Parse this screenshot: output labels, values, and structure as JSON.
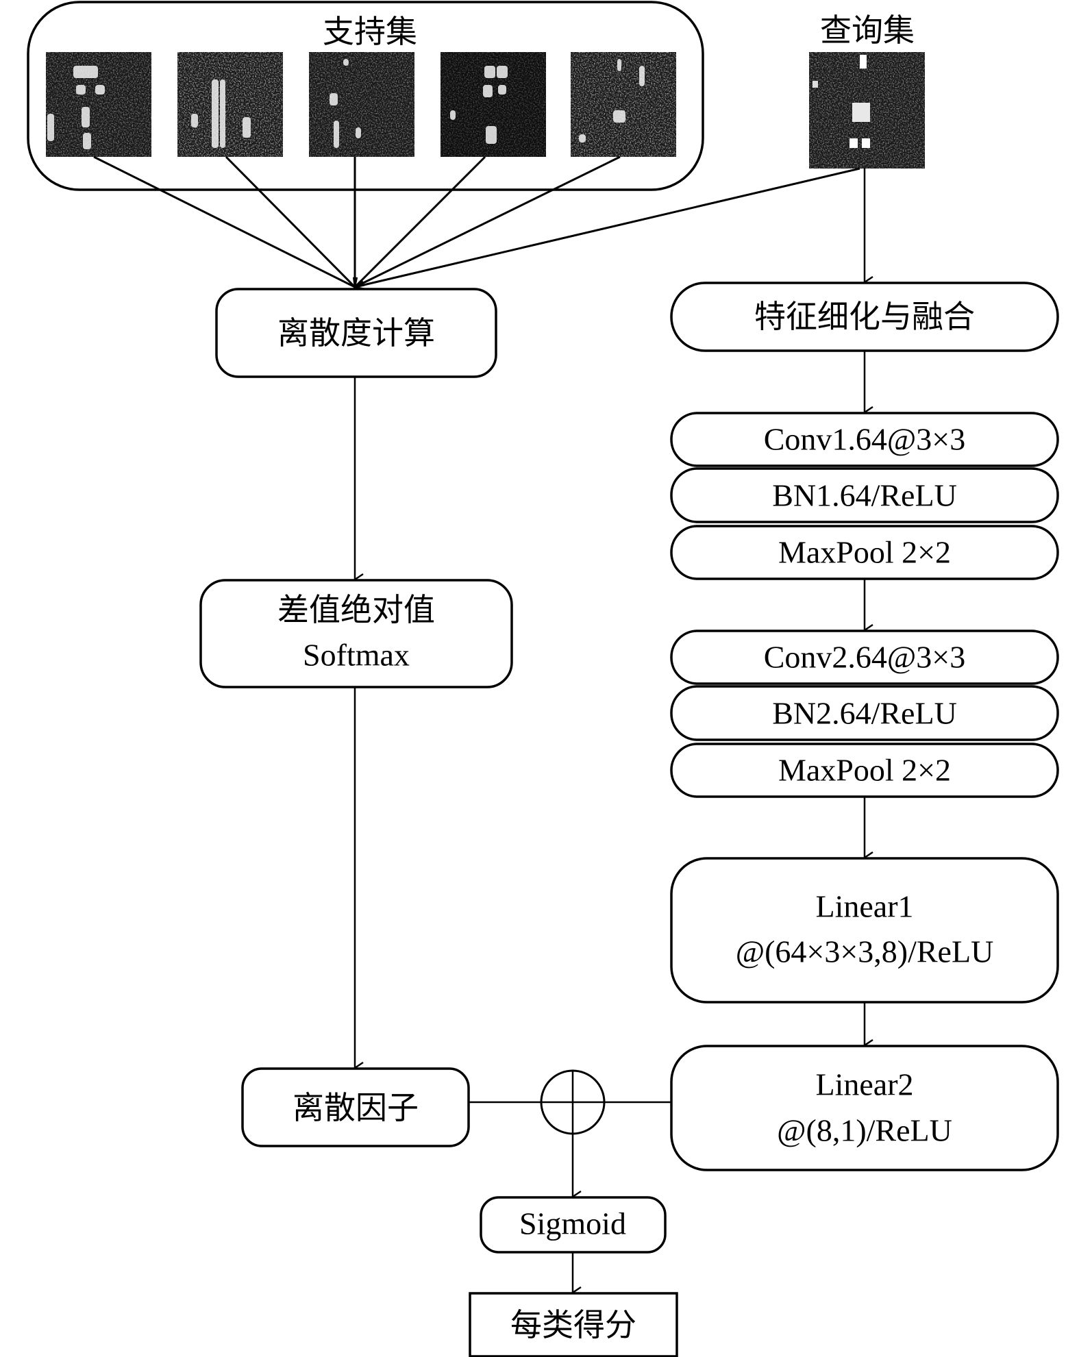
{
  "figure": {
    "type": "flow-diagram",
    "support_set": {
      "title": "支持集",
      "image_count": 5,
      "images": [
        {
          "name": "support-sample-1"
        },
        {
          "name": "support-sample-2"
        },
        {
          "name": "support-sample-3"
        },
        {
          "name": "support-sample-4"
        },
        {
          "name": "support-sample-5"
        }
      ]
    },
    "query_set": {
      "title": "查询集",
      "image_count": 1
    },
    "left_branch": {
      "dispersion_calc": "离散度计算",
      "abs_diff_line1": "差值绝对值",
      "abs_diff_line2": "Softmax",
      "dispersion_factor": "离散因子"
    },
    "right_branch": {
      "feature_refine": "特征细化与融合",
      "block1": [
        "Conv1.64@3×3",
        "BN1.64/ReLU",
        "MaxPool 2×2"
      ],
      "block2": [
        "Conv2.64@3×3",
        "BN2.64/ReLU",
        "MaxPool 2×2"
      ],
      "linear1_line1": "Linear1",
      "linear1_line2": "@(64×3×3,8)/ReLU",
      "linear2_line1": "Linear2",
      "linear2_line2": "@(8,1)/ReLU"
    },
    "merge_symbol": "⊕",
    "sigmoid": "Sigmoid",
    "output": "每类得分"
  }
}
